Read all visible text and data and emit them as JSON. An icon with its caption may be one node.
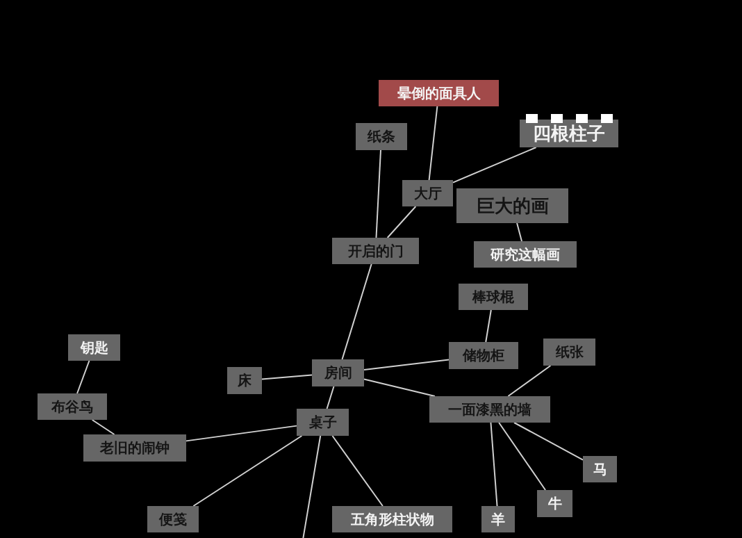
{
  "diagram": {
    "nodes": [
      {
        "text": [
          "晕倒的面具人"
        ]
      },
      {
        "text": [
          "四根柱子"
        ]
      },
      {
        "text": [
          "纸条"
        ]
      },
      {
        "text": [
          "大厅"
        ]
      },
      {
        "text": [
          "巨大的画"
        ]
      },
      {
        "text": [
          "开启的门"
        ]
      },
      {
        "text": [
          "研究这幅画"
        ]
      },
      {
        "text": [
          "棒球棍"
        ]
      },
      {
        "text": [
          "钥匙"
        ]
      },
      {
        "text": [
          "纸张"
        ]
      },
      {
        "text": [
          "储物柜"
        ]
      },
      {
        "text": [
          "床"
        ]
      },
      {
        "text": [
          "房间"
        ]
      },
      {
        "text": [
          "布谷鸟"
        ]
      },
      {
        "text": [
          "一面漆黑的墙"
        ]
      },
      {
        "text": [
          "桌子"
        ]
      },
      {
        "text": [
          "老旧的闹钟"
        ]
      },
      {
        "text": [
          "马"
        ]
      },
      {
        "text": [
          "牛"
        ]
      },
      {
        "text": [
          "五角形柱状物"
        ]
      },
      {
        "text": [
          "便笺"
        ]
      },
      {
        "text": [
          "羊"
        ]
      }
    ],
    "edges": [
      {
        "from": 0,
        "to": 3,
        "arrow": "none"
      },
      {
        "from": 1,
        "to": 3,
        "arrow": "none"
      },
      {
        "from": 2,
        "to": 5,
        "arrow": "none"
      },
      {
        "from": 3,
        "to": 5,
        "arrow": "none"
      },
      {
        "from": 4,
        "to": 6,
        "arrow": "none"
      },
      {
        "from": 5,
        "to": 12,
        "arrow": "none"
      },
      {
        "from": 7,
        "to": 10,
        "arrow": "none"
      },
      {
        "from": 9,
        "to": 14,
        "arrow": "none"
      },
      {
        "from": 10,
        "to": 12,
        "arrow": "none"
      },
      {
        "from": 11,
        "to": 12,
        "arrow": "none"
      },
      {
        "from": 12,
        "to": 14,
        "arrow": "none"
      },
      {
        "from": 12,
        "to": 15,
        "arrow": "none"
      },
      {
        "from": 8,
        "to": 13,
        "arrow": "none"
      },
      {
        "from": 13,
        "to": 16,
        "arrow": "none"
      },
      {
        "from": 16,
        "to": 15,
        "arrow": "none"
      },
      {
        "from": 15,
        "to": 20,
        "arrow": "none"
      },
      {
        "from": 15,
        "to": null,
        "arrow": "none"
      },
      {
        "from": 15,
        "to": 19,
        "arrow": "none"
      },
      {
        "from": 14,
        "to": 21,
        "arrow": "none"
      },
      {
        "from": 14,
        "to": 18,
        "arrow": "none"
      },
      {
        "from": 14,
        "to": 17,
        "arrow": "none"
      }
    ]
  }
}
